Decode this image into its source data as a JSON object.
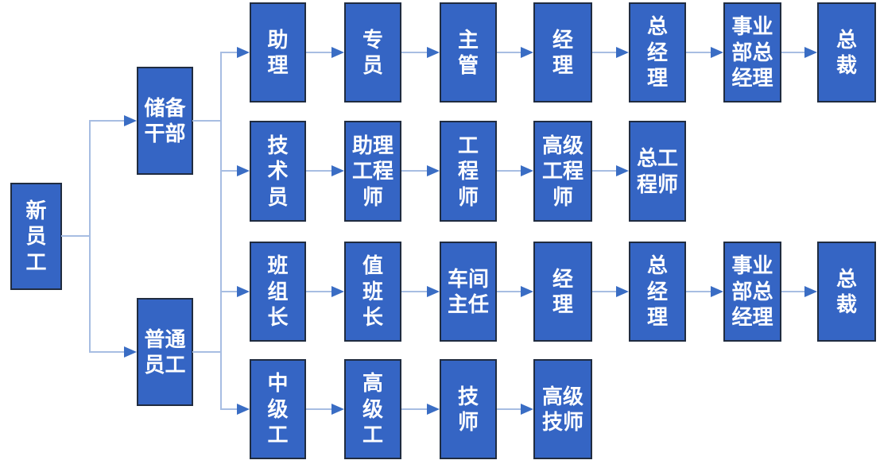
{
  "colors": {
    "node_fill": "#3565c4",
    "node_border": "#202c40",
    "connector_line": "#a7bde2",
    "arrow_head": "#3a6dc4",
    "node_text": "#ffffff"
  },
  "nodes": {
    "root": "新\n员\n工",
    "reserve": "储备\n干部",
    "ordinary": "普通\n员工",
    "row1": [
      "助\n理",
      "专\n员",
      "主\n管",
      "经\n理",
      "总\n经\n理",
      "事业\n部总\n经理",
      "总\n裁"
    ],
    "row2": [
      "技\n术\n员",
      "助理\n工程\n师",
      "工\n程\n师",
      "高级\n工程\n师",
      "总工\n程师"
    ],
    "row3": [
      "班\n组\n长",
      "值\n班\n长",
      "车间\n主任",
      "经\n理",
      "总\n经\n理",
      "事业\n部总\n经理",
      "总\n裁"
    ],
    "row4": [
      "中\n级\n工",
      "高\n级\n工",
      "技\n师",
      "高级\n技师"
    ]
  }
}
